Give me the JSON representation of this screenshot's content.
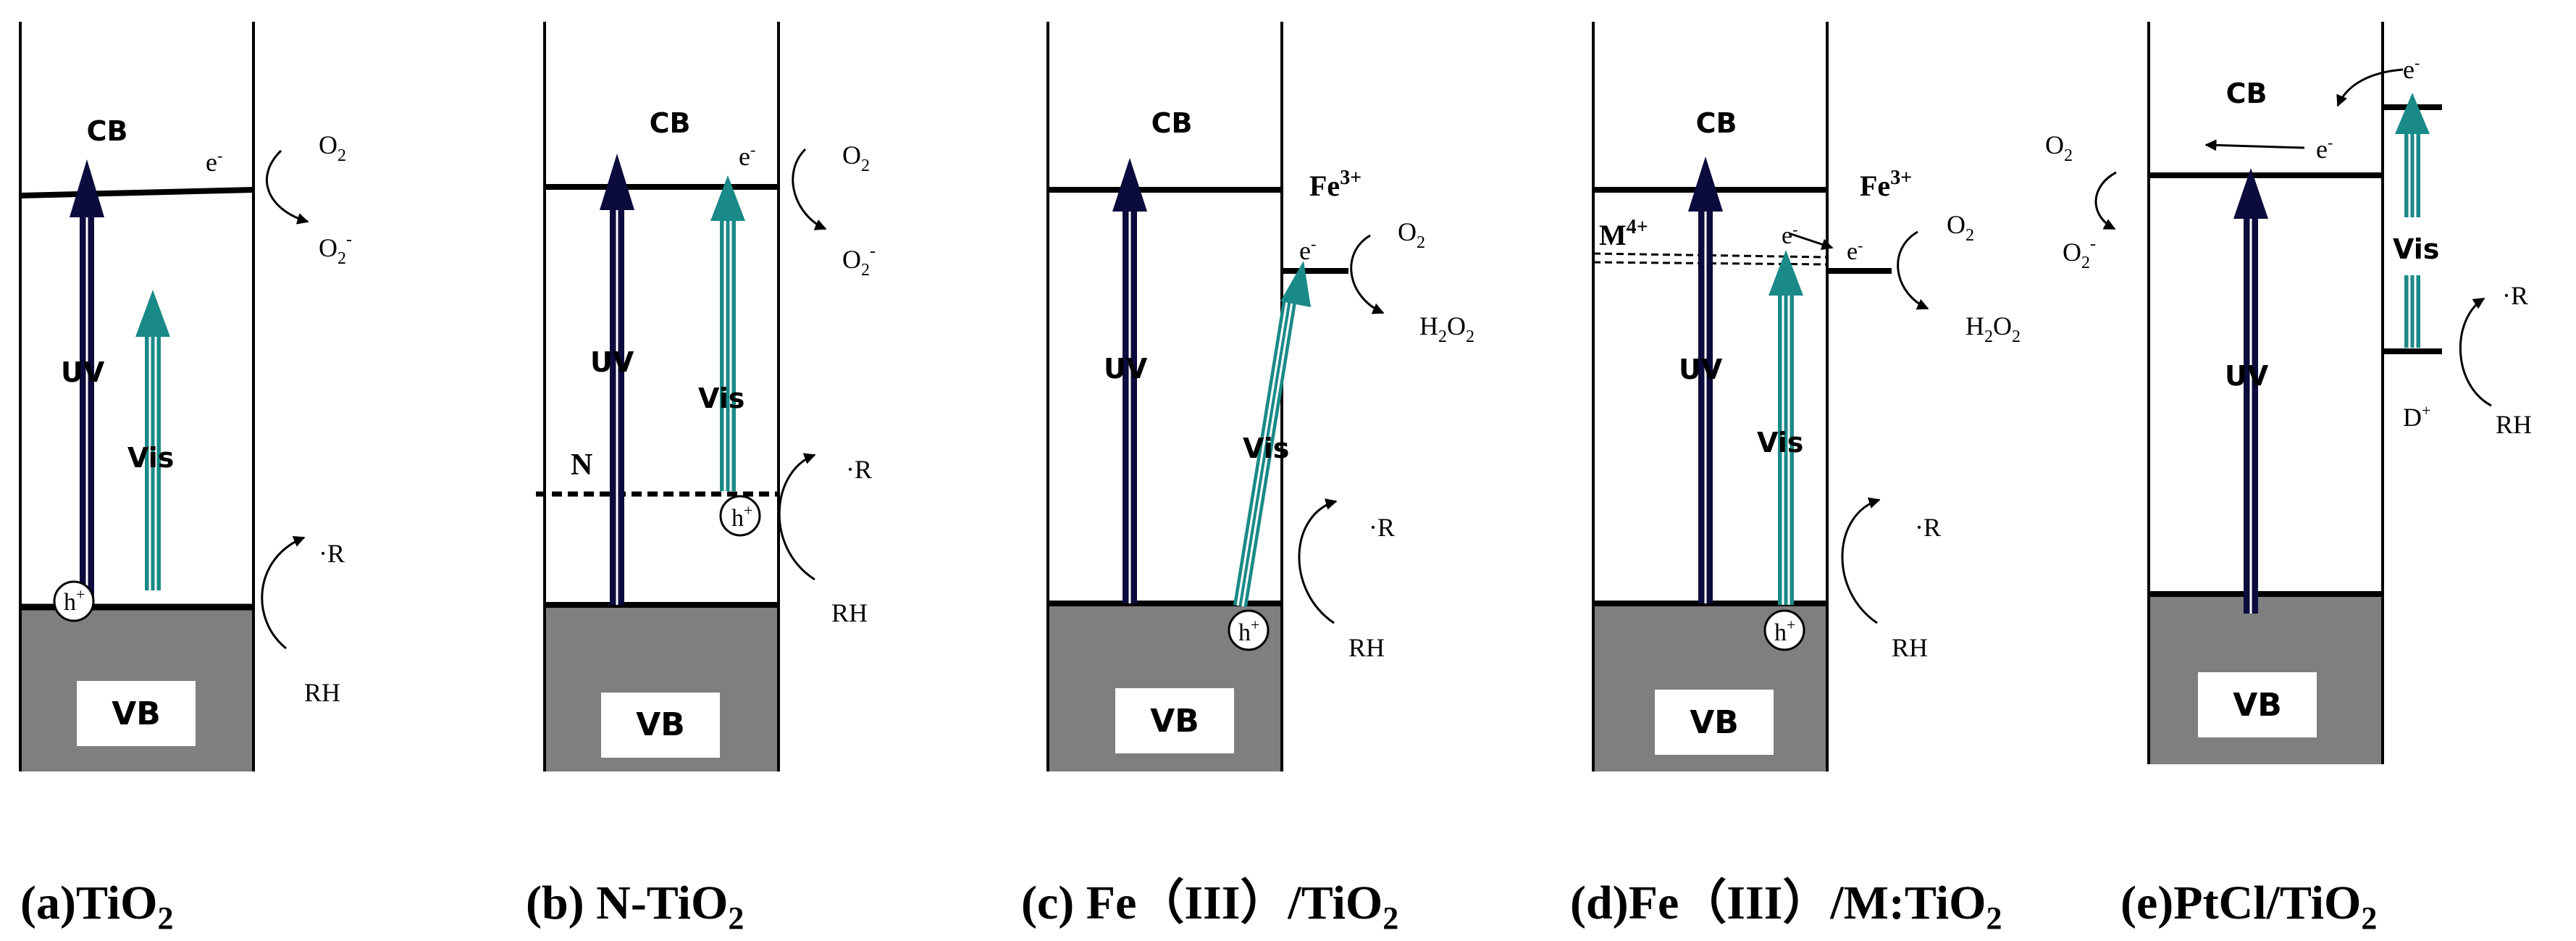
{
  "colors": {
    "uv_arrow": "#0b0b3d",
    "vis_arrow": "#1a8a88",
    "vb_fill": "#7f7f7f",
    "line": "#000000"
  },
  "labels": {
    "cb": "CB",
    "vb": "VB",
    "uv": "UV",
    "vis": "Vis",
    "e_minus": "e",
    "sup_minus": "-",
    "h": "h",
    "sup_plus": "+",
    "o2_o": "O",
    "o2_sub": "2",
    "o2m_sup": "-",
    "h2o2_h": "H",
    "h2o2_sub": "2",
    "h2o2_o": "O",
    "h2o2_sub2": "2",
    "rh": "RH",
    "radical": "·R",
    "n": "N",
    "fe": "Fe",
    "fe_sup": "3+",
    "m": "M",
    "m_sup": "4+",
    "d": "D",
    "d_sup": "+"
  },
  "captions": {
    "a": {
      "pre": "(a)TiO",
      "sub": "2"
    },
    "b": {
      "pre": "(b) N-TiO",
      "sub": "2"
    },
    "c": {
      "pre": "(c) Fe（III）/TiO",
      "sub": "2"
    },
    "d": {
      "pre": "(d)Fe（III）/M:TiO",
      "sub": "2"
    },
    "e": {
      "pre": "(e)PtCl/TiO",
      "sub": "2"
    }
  }
}
